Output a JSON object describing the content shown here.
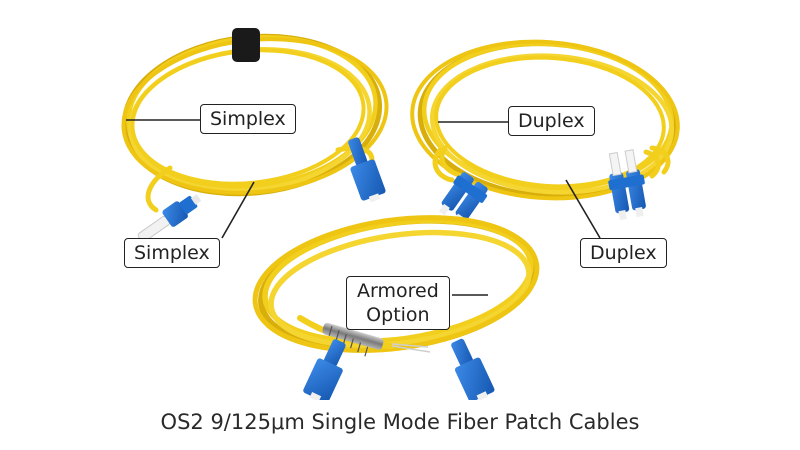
{
  "callouts": {
    "simplex_top": "Simplex",
    "simplex_bottom": "Simplex",
    "duplex_top": "Duplex",
    "duplex_bottom": "Duplex",
    "armored_line1": "Armored",
    "armored_line2": "Option"
  },
  "caption": "OS2 9/125μm Single Mode Fiber Patch Cables",
  "colors": {
    "cable_yellow": "#f2cf1d",
    "cable_shadow": "#d8ae0b",
    "connector_blue": "#1f6fd1",
    "velcro_black": "#1a1a1a",
    "armor_steel": "#9a9a9a"
  },
  "icons": {
    "cables": "fiber-patch-cable-coils",
    "connectors": [
      "lc-connector",
      "sc-connector"
    ]
  }
}
